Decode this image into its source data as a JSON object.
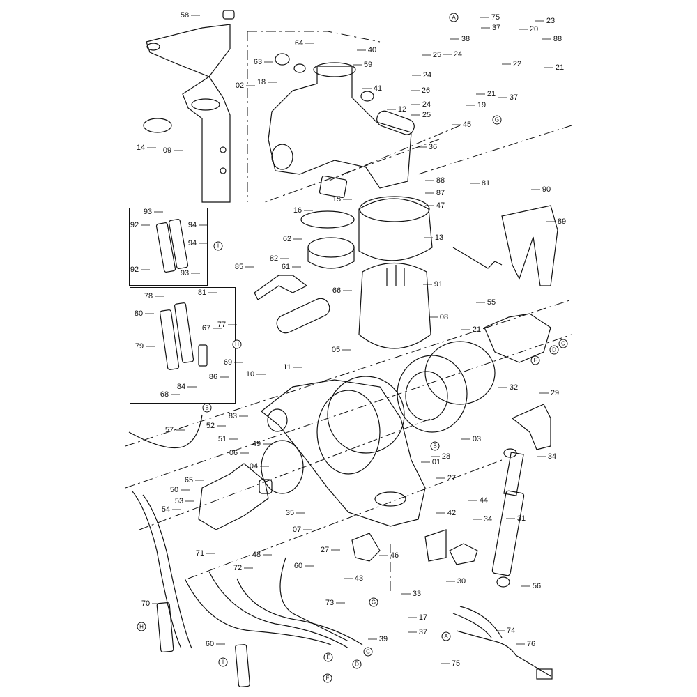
{
  "diagram": {
    "type": "exploded-parts-diagram",
    "callouts": [
      "58",
      "63",
      "64",
      "02",
      "18",
      "40",
      "59",
      "41",
      "12",
      "36",
      "14",
      "09",
      "75",
      "37",
      "38",
      "23",
      "20",
      "88",
      "25",
      "24",
      "22",
      "21",
      "24",
      "26",
      "21",
      "19",
      "37",
      "24",
      "25",
      "45",
      "88",
      "87",
      "47",
      "16",
      "15",
      "62",
      "13",
      "61",
      "81",
      "90",
      "89",
      "91",
      "85",
      "82",
      "66",
      "08",
      "55",
      "93",
      "92",
      "94",
      "94",
      "92",
      "93",
      "78",
      "81",
      "80",
      "67",
      "77",
      "79",
      "69",
      "86",
      "84",
      "68",
      "21",
      "05",
      "11",
      "32",
      "10",
      "29",
      "57",
      "52",
      "83",
      "51",
      "06",
      "49",
      "04",
      "65",
      "50",
      "53",
      "54",
      "35",
      "07",
      "03",
      "28",
      "01",
      "27",
      "34",
      "44",
      "42",
      "34",
      "31",
      "27",
      "48",
      "46",
      "43",
      "30",
      "56",
      "33",
      "71",
      "72",
      "70",
      "60",
      "73",
      "17",
      "37",
      "39",
      "60",
      "74",
      "76",
      "75"
    ],
    "connectors": [
      "A",
      "G",
      "I",
      "H",
      "C",
      "D",
      "F",
      "B",
      "B",
      "G",
      "E",
      "C",
      "D",
      "F",
      "A",
      "H",
      "I"
    ]
  }
}
